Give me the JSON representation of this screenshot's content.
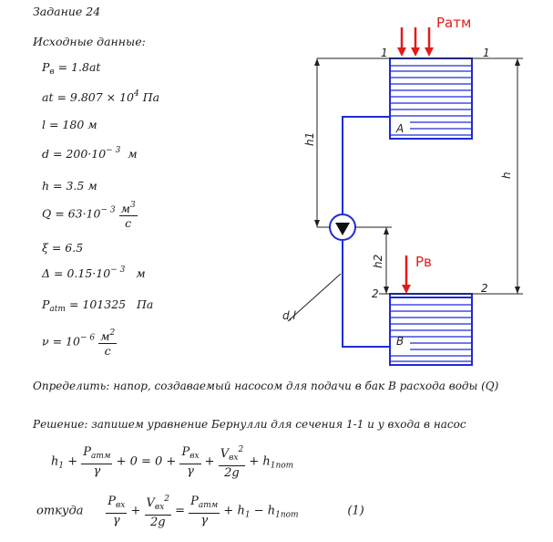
{
  "title": "Задание 24",
  "given_heading": "Исходные данные:",
  "params": {
    "Pv_lhs": "P",
    "Pv_sub": "в",
    "Pv_rhs": "= 1.8at",
    "at_lhs": "at = 9.807 × 10",
    "at_exp": "4",
    "at_unit": "Па",
    "l": "l = 180 м",
    "d_lhs": "d = 200·10",
    "d_exp": "− 3",
    "d_unit": "м",
    "h": "h = 3.5   м",
    "Q_lhs": "Q = 63·10",
    "Q_exp": "− 3",
    "Q_unit_num": "м",
    "Q_unit_num_exp": "3",
    "Q_unit_den": "с",
    "xi": "ξ = 6.5",
    "delta_lhs": "Δ = 0.15·10",
    "delta_exp": "− 3",
    "delta_unit": "м",
    "patm_lhs": "P",
    "patm_sub": "atm",
    "patm_rhs": "= 101325",
    "patm_unit": "Па",
    "nu_lhs": "ν = 10",
    "nu_exp": "− 6",
    "nu_unit_num": "м",
    "nu_unit_num_exp": "2",
    "nu_unit_den": "с"
  },
  "task": "Определить: напор, создаваемый насосом для подачи в бак В расхода воды (Q)",
  "solution": "Решение: запишем уравнение Бернулли для сечения 1-1 и у входа в насос",
  "eq1": {
    "h1": "h",
    "h1_sub": "1",
    "plus1": "+",
    "patm_num": "P",
    "patm_num_sub": "атм",
    "gamma1": "γ",
    "mid": "+ 0 = 0 +",
    "pvx_num": "P",
    "pvx_sub": "вх",
    "gamma2": "γ",
    "plus2": "+",
    "vvx_num": "V",
    "vvx_sub": "вх",
    "vvx_exp": "2",
    "den2g": "2g",
    "tail": "+ h",
    "tail_sub": "1пот"
  },
  "eq2": {
    "otkuda": "откуда",
    "pvx_num": "P",
    "pvx_sub": "вх",
    "gamma1": "γ",
    "plus1": "+",
    "vvx_num": "V",
    "vvx_sub": "вх",
    "vvx_exp": "2",
    "den2g": "2g",
    "eq": "=",
    "patm_num": "P",
    "patm_sub": "атм",
    "gamma2": "γ",
    "tail": "+ h",
    "tail_sub1": "1",
    "minus": " − h",
    "tail_sub2": "1пот",
    "number": "(1)"
  },
  "diagram": {
    "patm_label": "Ратм",
    "pv_label": "Рв",
    "sec1_left": "1",
    "sec1_right": "1",
    "sec2_left": "2",
    "sec2_right": "2",
    "point_A": "A",
    "point_B": "B",
    "dim_h1": "h1",
    "dim_h": "h",
    "dim_h2": "h2",
    "pipe_label": "d,l",
    "accent_red": "#e11b1b",
    "accent_blue": "#1f2bd6"
  }
}
